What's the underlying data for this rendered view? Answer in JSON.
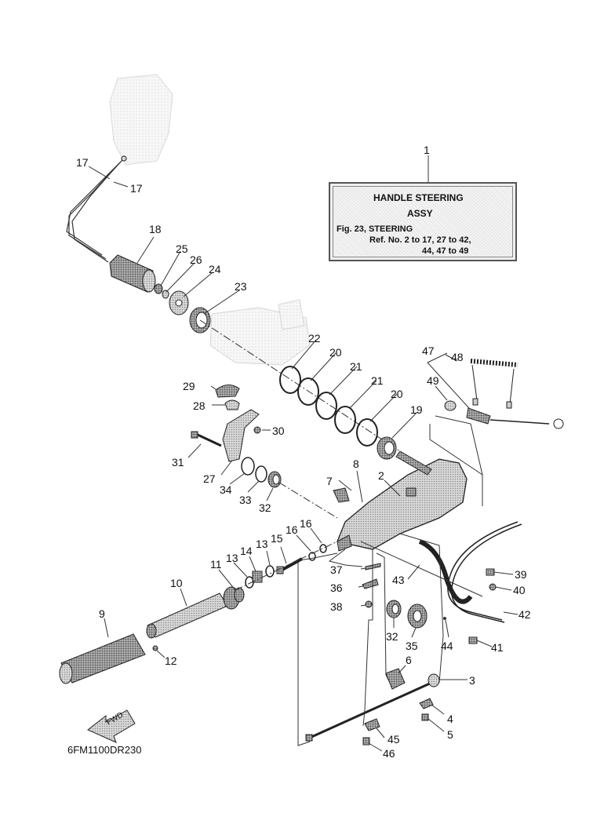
{
  "assy_box": {
    "ref": "1",
    "title_line1": "HANDLE  STEERING",
    "title_line2": "ASSY",
    "fig_line": "Fig. 23, STEERING",
    "ref_line1": "Ref. No. 2 to 17, 27 to 42,",
    "ref_line2": "44, 47 to 49"
  },
  "drawing_code": "6FM1100DR230",
  "fwd_label": "FWD",
  "callouts": {
    "c2": "2",
    "c3": "3",
    "c4": "4",
    "c5": "5",
    "c6": "6",
    "c7": "7",
    "c8": "8",
    "c9": "9",
    "c10": "10",
    "c11": "11",
    "c12": "12",
    "c13a": "13",
    "c13b": "13",
    "c14": "14",
    "c15": "15",
    "c16a": "16",
    "c16b": "16",
    "c17a": "17",
    "c17b": "17",
    "c18": "18",
    "c19": "19",
    "c20a": "20",
    "c20b": "20",
    "c21a": "21",
    "c21b": "21",
    "c22": "22",
    "c23": "23",
    "c24": "24",
    "c25": "25",
    "c26": "26",
    "c27": "27",
    "c28": "28",
    "c29": "29",
    "c30": "30",
    "c31": "31",
    "c32a": "32",
    "c32b": "32",
    "c33": "33",
    "c34": "34",
    "c35": "35",
    "c36": "36",
    "c37": "37",
    "c38": "38",
    "c39": "39",
    "c40": "40",
    "c41": "41",
    "c42": "42",
    "c43": "43",
    "c44": "44",
    "c45": "45",
    "c46": "46",
    "c47": "47",
    "c48": "48",
    "c49": "49"
  }
}
